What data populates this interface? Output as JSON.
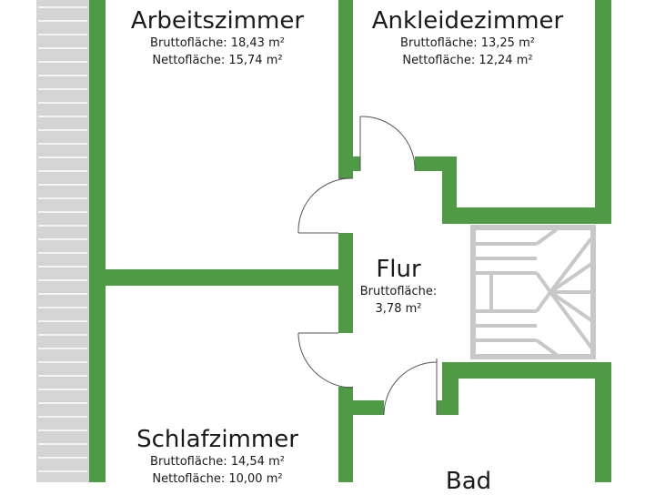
{
  "colors": {
    "wall": "#4f9a45",
    "stair": "#c8c8c8",
    "balcony": "#d4d4d4",
    "door": "#555555"
  },
  "rooms": {
    "arbeitszimmer": {
      "name": "Arbeitszimmer",
      "brutto": "Bruttofläche: 18,43 m²",
      "netto": "Nettofläche: 15,74 m²"
    },
    "ankleidezimmer": {
      "name": "Ankleidezimmer",
      "brutto": "Bruttofläche: 13,25 m²",
      "netto": "Nettofläche: 12,24 m²"
    },
    "flur": {
      "name": "Flur",
      "brutto": "Bruttofläche:",
      "brutto_value": "3,78 m²"
    },
    "schlafzimmer": {
      "name": "Schlafzimmer",
      "brutto": "Bruttofläche: 14,54 m²",
      "netto": "Nettofläche: 10,00 m²"
    },
    "bad": {
      "name": "Bad"
    }
  }
}
